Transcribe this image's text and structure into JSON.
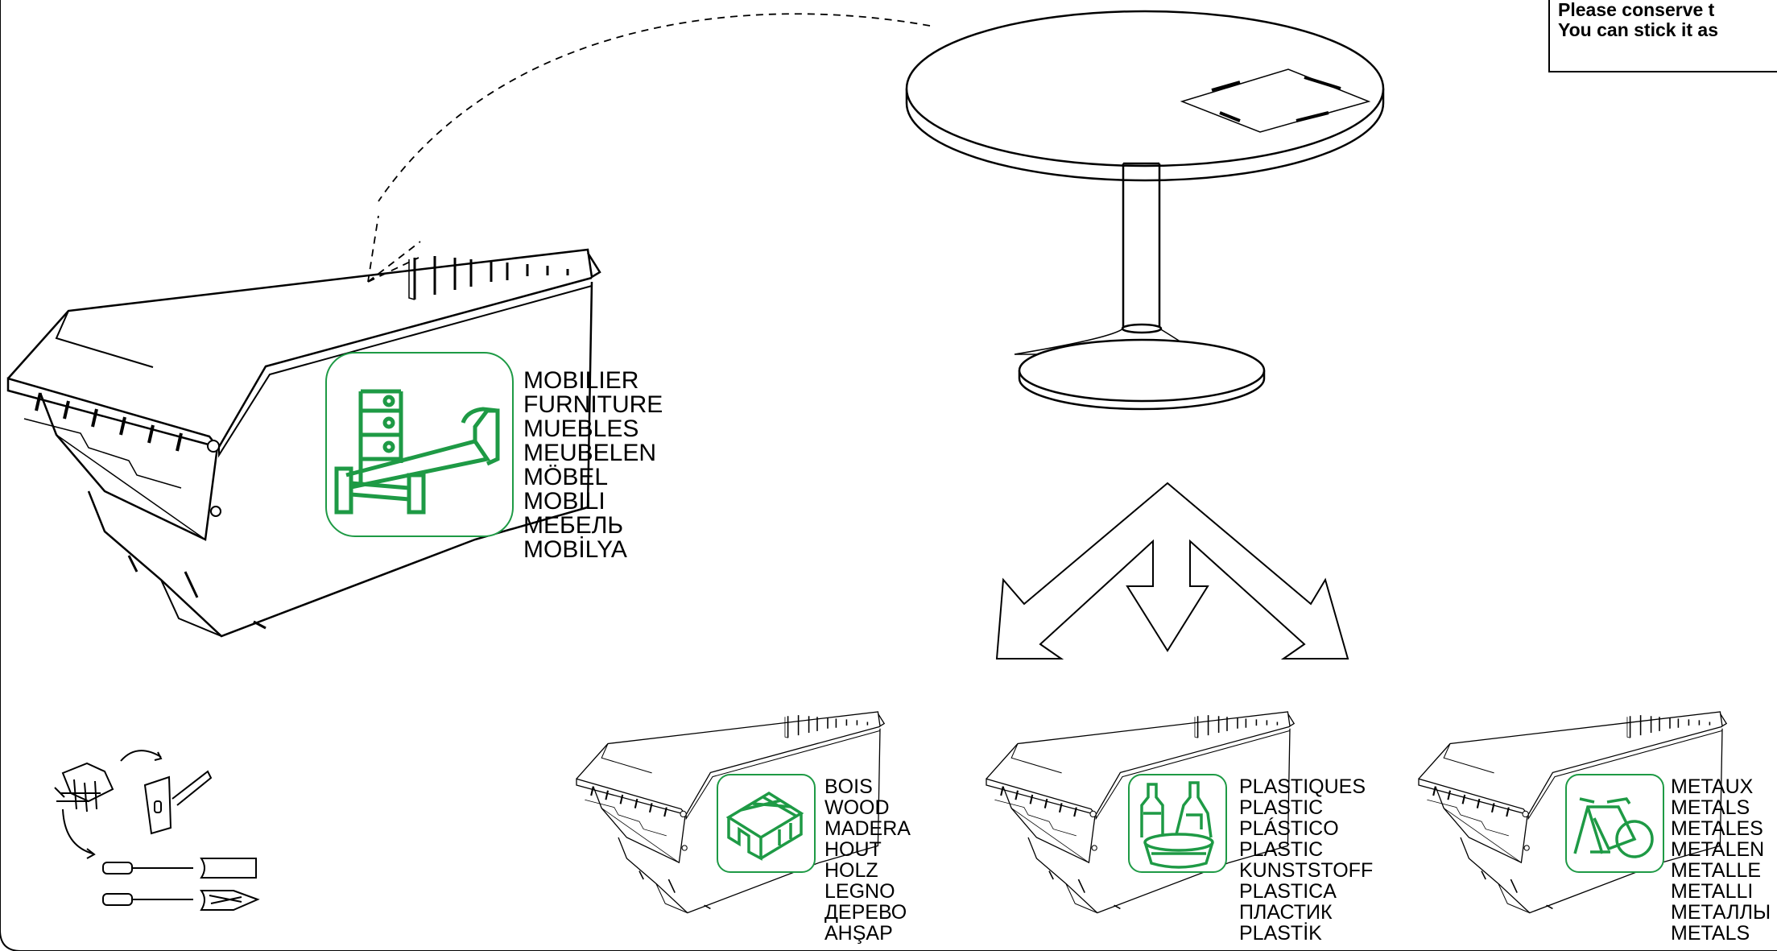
{
  "note": {
    "line1": "Please conserve t",
    "line2": "You can stick it as"
  },
  "colors": {
    "line": "#000000",
    "pictogram": "#1e9a45",
    "pictogram_bg": "#ffffff"
  },
  "furniture_bin": {
    "icon": "bed-and-drawers-icon",
    "labels": [
      "MOBILIER",
      "FURNITURE",
      "MUEBLES",
      "MEUBELEN",
      "MÖBEL",
      "MOBILI",
      "МЕБЕЛЬ",
      "MOBİLYA"
    ]
  },
  "wood_bin": {
    "icon": "pallet-icon",
    "labels": [
      "BOIS",
      "WOOD",
      "MADERA",
      "HOUT",
      "HOLZ",
      "LEGNO",
      "ДЕРЕВО",
      "AHŞAP"
    ]
  },
  "plastic_bin": {
    "icon": "bottles-and-basin-icon",
    "labels": [
      "PLASTIQUES",
      "PLASTIC",
      "PLÁSTICO",
      "PLASTIC",
      "KUNSTSTOFF",
      "PLASTICA",
      "ПЛАСТИК",
      "PLASTİK"
    ]
  },
  "metal_bin": {
    "icon": "bicycle-icon",
    "labels": [
      "METAUX",
      "METALS",
      "METALES",
      "METALEN",
      "METALLE",
      "METALLI",
      "МЕТАЛЛЫ",
      "METALS"
    ]
  },
  "tools_icon": "disassembly-tools-icon",
  "table_icon": "round-table-icon",
  "split_arrows_icon": "three-way-split-arrow-icon"
}
